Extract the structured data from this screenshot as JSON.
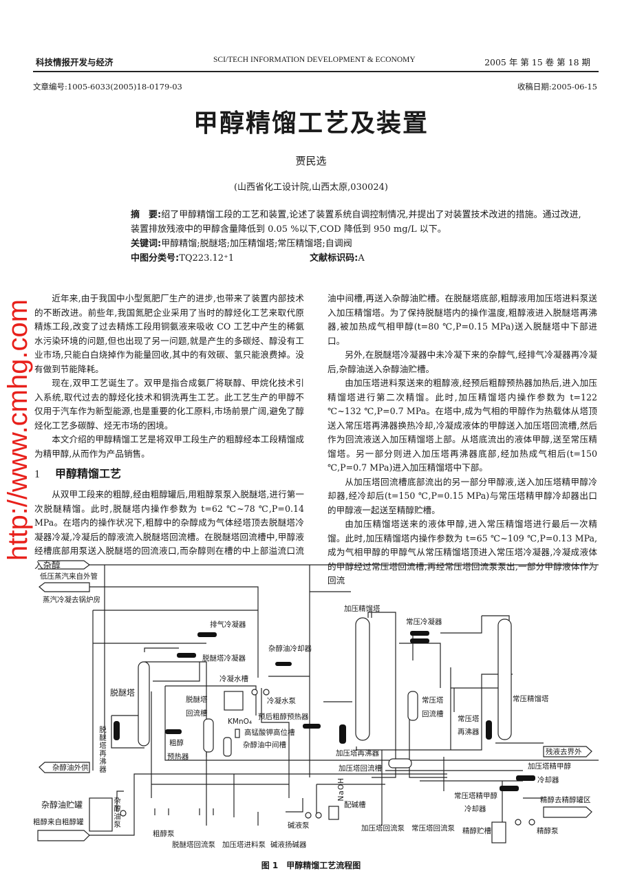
{
  "header": {
    "journal_cn": "科技情报开发与经济",
    "journal_en": "SCI/TECH INFORMATION DEVELOPMENT & ECONOMY",
    "issue": "2005 年  第 15 卷  第 18 期",
    "article_no": "文章编号:1005-6033(2005)18-0179-03",
    "received": "收稿日期:2005-06-15"
  },
  "title": "甲醇精馏工艺及装置",
  "author": "贾民选",
  "affiliation": "(山西省化工设计院,山西太原,030024)",
  "abstract": {
    "label": "摘　要:",
    "text": "绍了甲醇精馏工段的工艺和装置,论述了装置系统自调控制情况,并提出了对装置技术改进的措施。通过改进,装置排放残液中的甲醇含量降低到 0.05 %以下,COD 降低到 950 mg/L 以下。",
    "keywords_label": "关键词:",
    "keywords": "甲醇精馏;脱醚塔;加压精馏塔;常压精馏塔;自调阀",
    "clc_label": "中图分类号:",
    "clc": "TQ223.12⁺1",
    "doc_code_label": "文献标识码:",
    "doc_code": "A"
  },
  "body": {
    "left_paragraphs": [
      "近年来,由于我国中小型氮肥厂生产的进步,也带来了装置内部技术的不断改进。前些年,我国氮肥企业采用了当时的醇烃化工艺来取代原精炼工段,改变了过去精炼工段用铜氨液来吸收 CO 工艺中产生的稀氨水污染环境的问题,但也出现了另一问题,就是产生的多碳烃、醇没有工业市场,只能白白烧掉作为能量回收,其中的有效碳、氢只能浪费掉。没有做到节能降耗。",
      "现在,双甲工艺诞生了。双甲是指合成氨厂将联醇、甲烷化技术引入系统,取代过去的醇烃化技术和铜洗再生工艺。此工艺生产的甲醇不仅用于汽车作为新型能源,也是重要的化工原料,市场前景广阔,避免了醇烃化工艺多碳醇、烃无市场的困境。",
      "本文介绍的甲醇精馏工艺是将双甲工段生产的粗醇经本工段精馏成为精甲醇,从而作为产品销售。"
    ],
    "section_number": "1",
    "section_title": "甲醇精馏工艺",
    "left_after": "从双甲工段来的粗醇,经由粗醇罐后,用粗醇泵泵入脱醚塔,进行第一次脱醚精馏。此时,脱醚塔内操作参数为 t=62 ℃~78 ℃,P=0.14 MPa。在塔内的操作状况下,粗醇中的杂醇成为气体经塔顶去脱醚塔冷凝器冷凝,冷凝后的醇液流入脱醚塔回流槽。在脱醚塔回流槽中,甲醇液经槽底部用泵送入脱醚塔的回流液口,而杂醇则在槽的中上部溢流口流入杂醇",
    "right_paragraphs": [
      "油中间槽,再送入杂醇油贮槽。在脱醚塔底部,粗醇液用加压塔进料泵送入加压精馏塔。为了保持脱醚塔内的操作温度,粗醇液进入脱醚塔再沸器,被加热成气相甲醇(t=80 ℃,P=0.15 MPa)送入脱醚塔中下部进口。",
      "另外,在脱醚塔冷凝器中未冷凝下来的杂醇气,经排气冷凝器再冷凝后,杂醇油送入杂醇油贮槽。",
      "由加压塔进料泵送来的粗醇液,经预后粗醇预热器加热后,进入加压精馏塔进行第二次精馏。此时,加压精馏塔内操作参数为 t=122 ℃~132 ℃,P=0.7 MPa。在塔中,成为气相的甲醇作为热载体从塔顶送入常压塔再沸器换热冷却,冷凝成液体的甲醇送入加压塔回流槽,然后作为回流液送入加压精馏塔上部。从塔底流出的液体甲醇,送至常压精馏塔。另一部分则进入加压塔再沸器底部,经加热成气相后(t=150 ℃,P=0.7 MPa)进入加压精馏塔中下部。",
      "从加压塔回流槽底部流出的另一部分甲醇液,送入加压塔精甲醇冷却器,经冷却后(t=150 ℃,P=0.15 MPa)与常压塔精甲醇冷却器出口的甲醇液一起送至精醇贮槽。",
      "由加压精馏塔送来的液体甲醇,进入常压精馏塔进行最后一次精馏。此时,加压精馏塔内操作参数为 t=65 ℃~109 ℃,P=0.13 MPa,成为气相甲醇的甲醇气从常压精馏塔顶进入常压塔冷凝器,冷凝成液体的甲醇经过常压塔回流槽,再经常压塔回流泵泵出,一部分甲醇液体作为回流"
    ]
  },
  "figure": {
    "caption": "图 1　甲醇精馏工艺流程图",
    "labels": {
      "lp_steam_in": "低压蒸汽来自外管",
      "condensate_out": "蒸汽冷凝去锅炉房",
      "vent_condenser": "排气冷凝器",
      "fusel_cooler": "杂醇油冷却器",
      "deether_condenser": "脱醚塔冷凝器",
      "condensate_tank": "冷凝水槽",
      "deether_tower": "脱醚塔",
      "condensate_pump": "冷凝水泵",
      "deether_reflux_tank_1": "脱醚塔",
      "deether_reflux_tank_2": "回流槽",
      "crude_preheater_after": "预后粗醇预热器",
      "kmno4": "KMnO₄",
      "kmno4_tank": "高锰酸钾高位槽",
      "fusel_mid_tank": "杂醇油中间槽",
      "crude_preheater_1": "粗醇",
      "crude_preheater_2": "预热器",
      "deether_reboiler": "脱醚塔再沸器",
      "fusel_out": "杂醇油外供",
      "fusel_storage": "杂醇油贮罐",
      "fusel_pump": "杂醇油泵",
      "crude_from_tank": "粗醇来自粗醇罐",
      "crude_pump": "粗醇泵",
      "deether_reflux_pump": "脱醚塔回流泵",
      "pressure_feed_pump": "加压塔进料泵",
      "alkali_pump": "碱液泵",
      "alkali_lifter": "碱液扬碱器",
      "pressure_tower": "加压精馏塔",
      "atm_condenser": "常压冷凝器",
      "atm_reflux_tank_1": "常压塔",
      "atm_reflux_tank_2": "回流槽",
      "atm_tower": "常压精馏塔",
      "atm_reboiler_1": "常压塔",
      "atm_reboiler_2": "再沸器",
      "pressure_reboiler": "加压塔再沸器",
      "residue_out": "残液去界外",
      "pressure_reflux_tank": "加压塔回流槽",
      "pressure_cooler_1": "加压塔精甲醇",
      "pressure_cooler_2": "冷却器",
      "naoh": "NaOH",
      "alkali_tank": "配碱槽",
      "atm_cooler_1": "常压塔精甲醇",
      "atm_cooler_2": "冷却器",
      "product_out": "精醇去精醇罐区",
      "pressure_reflux_pump": "加压塔回流泵",
      "atm_reflux_pump": "常压塔回流泵",
      "product_tank": "精醇贮槽",
      "product_pump": "精醇泵"
    }
  },
  "watermark": "http://www.cmhg.com"
}
